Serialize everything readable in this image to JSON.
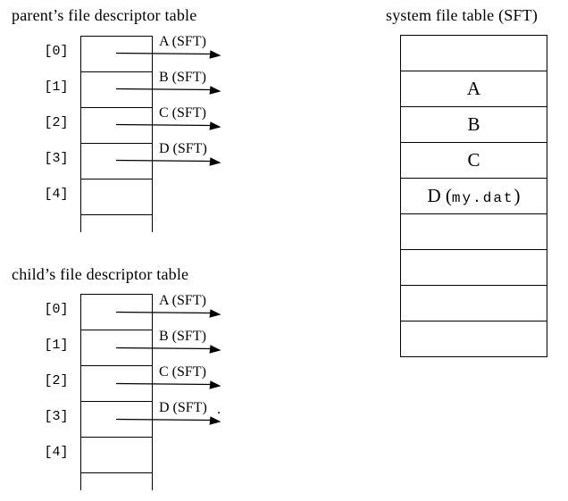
{
  "colors": {
    "background": "#ffffff",
    "ink": "#000000"
  },
  "parent_table": {
    "title": "parent’s file descriptor table",
    "row_indices": [
      "[0]",
      "[1]",
      "[2]",
      "[3]",
      "[4]"
    ],
    "pointers": [
      "A (SFT)",
      "B (SFT)",
      "C (SFT)",
      "D (SFT)"
    ]
  },
  "child_table": {
    "title": "child’s file descriptor table",
    "row_indices": [
      "[0]",
      "[1]",
      "[2]",
      "[3]",
      "[4]"
    ],
    "pointers": [
      "A (SFT)",
      "B (SFT)",
      "C (SFT)",
      "D (SFT)"
    ],
    "stray_mark": "."
  },
  "sft": {
    "title": "system file table (SFT)",
    "entries": [
      "",
      "A",
      "B",
      "C",
      "",
      "",
      "",
      "",
      ""
    ],
    "entry_d": {
      "prefix": "D (",
      "file": "my.dat",
      "suffix": ")"
    }
  }
}
